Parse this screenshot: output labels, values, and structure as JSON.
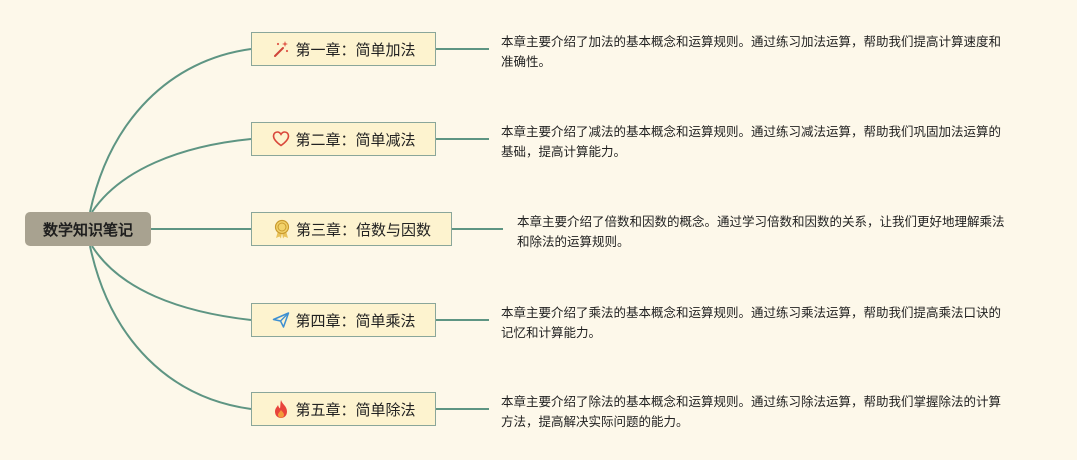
{
  "root": {
    "label": "数学知识笔记"
  },
  "chapters": [
    {
      "title": "第一章：简单加法",
      "icon": "magic-wand-icon",
      "description": "本章主要介绍了加法的基本概念和运算规则。通过练习加法运算，帮助我们提高计算速度和准确性。"
    },
    {
      "title": "第二章：简单减法",
      "icon": "heart-icon",
      "description": "本章主要介绍了减法的基本概念和运算规则。通过练习减法运算，帮助我们巩固加法运算的基础，提高计算能力。"
    },
    {
      "title": "第三章：倍数与因数",
      "icon": "medal-icon",
      "description": "本章主要介绍了倍数和因数的概念。通过学习倍数和因数的关系，让我们更好地理解乘法和除法的运算规则。"
    },
    {
      "title": "第四章：简单乘法",
      "icon": "paper-plane-icon",
      "description": "本章主要介绍了乘法的基本概念和运算规则。通过练习乘法运算，帮助我们提高乘法口诀的记忆和计算能力。"
    },
    {
      "title": "第五章：简单除法",
      "icon": "fire-icon",
      "description": "本章主要介绍了除法的基本概念和运算规则。通过练习除法运算，帮助我们掌握除法的计算方法，提高解决实际问题的能力。"
    }
  ],
  "colors": {
    "connector": "#5e9583",
    "background": "#fdf8ea",
    "root_fill": "#a8a290",
    "chapter_fill": "#fdf3cf"
  }
}
